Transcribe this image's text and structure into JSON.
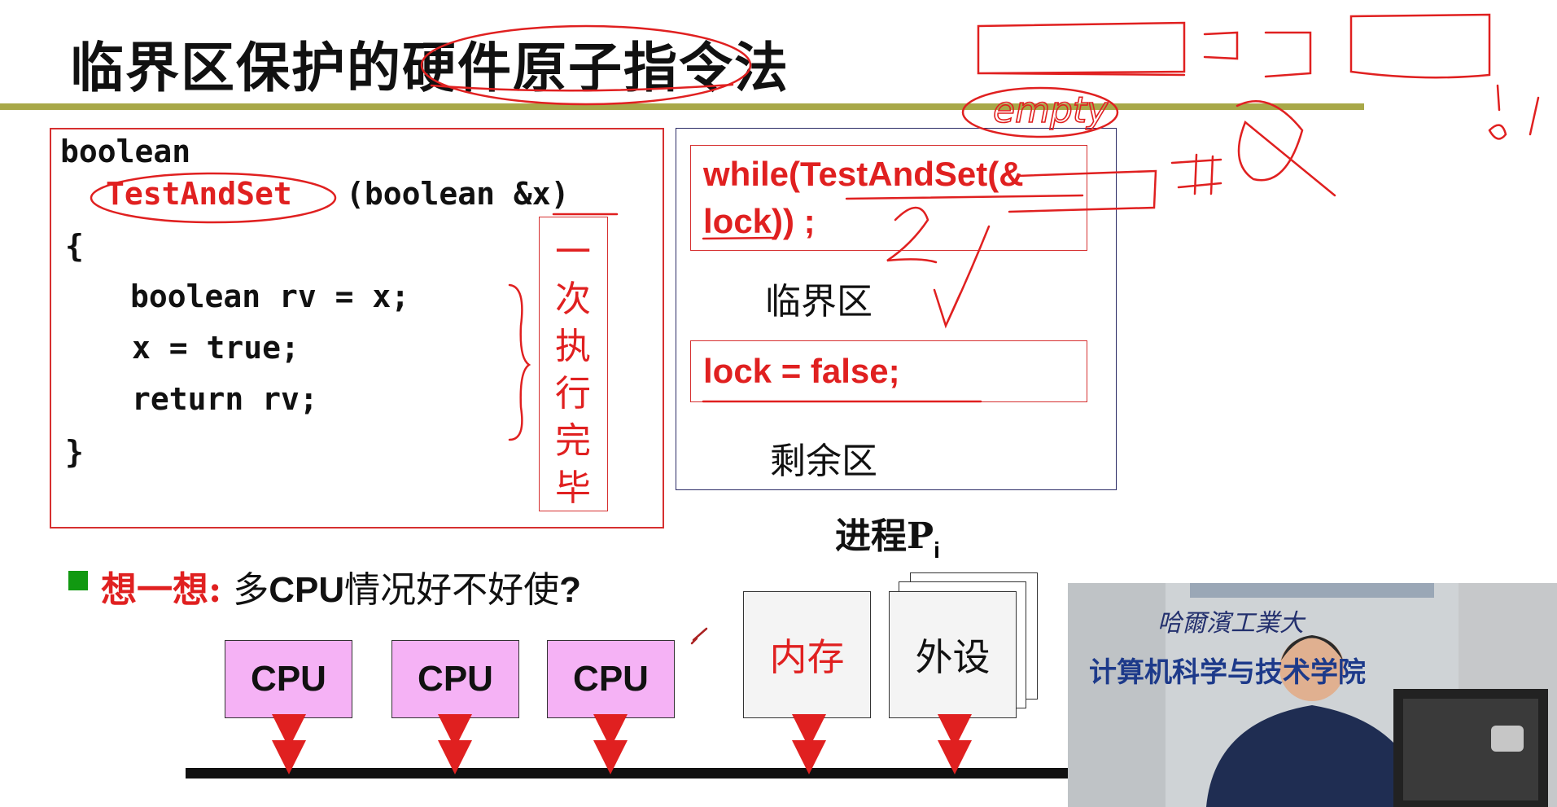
{
  "slide": {
    "title": "临界区保护的硬件原子指令法",
    "code": {
      "line1": "boolean",
      "fn_name": "TestAndSet",
      "fn_params": "(boolean &x)",
      "open_brace": "{",
      "body1": "boolean rv = x;",
      "body2": "x = true;",
      "body3": "return rv;",
      "close_brace": "}"
    },
    "atomic_note": [
      "一",
      "次",
      "执",
      "行",
      "完",
      "毕"
    ],
    "process": {
      "while_line1": "while(TestAndSet(&",
      "while_line2": "lock)) ;",
      "critical_label": "临界区",
      "unlock": "lock = false;",
      "remainder_label": "剩余区",
      "caption": "进程P",
      "caption_sub": "i"
    },
    "question": {
      "prefix": "想一想:",
      "text_a": "多",
      "text_b": "CPU",
      "text_c": "情况好不好使",
      "text_d": "?"
    },
    "hardware": {
      "cpus": [
        "CPU",
        "CPU",
        "CPU"
      ],
      "memory": "内存",
      "peripheral": "外设"
    },
    "annotations": {
      "handwritten_word": "empty"
    }
  },
  "video": {
    "banner_line1": "哈爾濱工業大",
    "banner_line2": "计算机科学与技术学院"
  },
  "colors": {
    "accent_red": "#e02020",
    "rule_olive": "#a8a848",
    "cpu_fill": "#f5b2f5",
    "bullet_green": "#119911"
  }
}
